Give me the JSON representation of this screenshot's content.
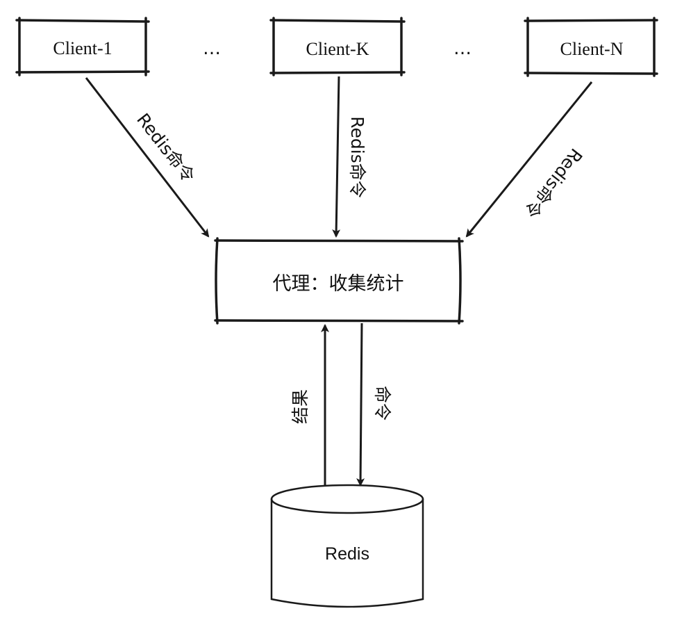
{
  "clients": [
    {
      "label": "Client-1"
    },
    {
      "label": "Client-K"
    },
    {
      "label": "Client-N"
    }
  ],
  "ellipsis": [
    "…",
    "…"
  ],
  "proxy": {
    "label": "代理：收集统计"
  },
  "edges": {
    "client_to_proxy_label": "Redis命令",
    "redis_to_proxy_label": "结果",
    "proxy_to_redis_label": "命令"
  },
  "redis": {
    "label": "Redis"
  }
}
